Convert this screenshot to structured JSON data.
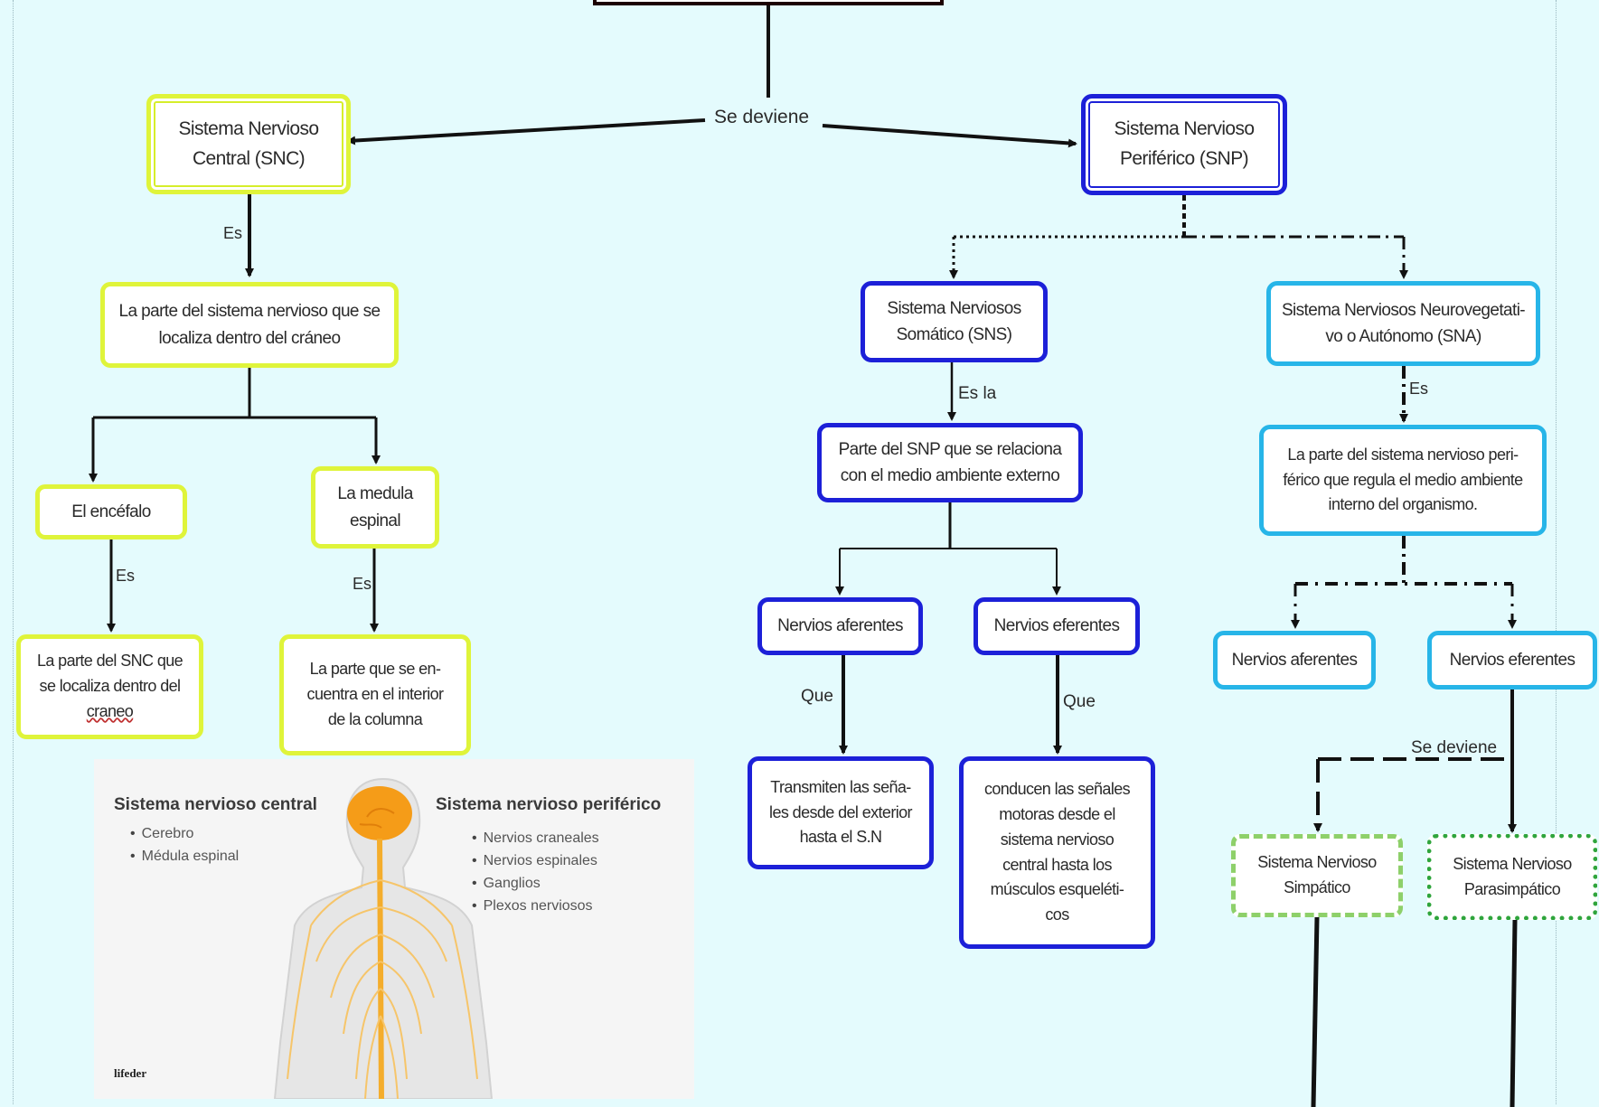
{
  "connectors": {
    "main_split": "Se deviene",
    "snc_es": "Es",
    "encefalo_es": "Es",
    "medula_es": "Es",
    "sns_es_la": "Es la",
    "sna_es": "Es",
    "aferentes_que": "Que",
    "eferentes_que": "Que",
    "eferentes_se_deviene": "Se deviene"
  },
  "nodes": {
    "snc": [
      "Sistema Nervioso",
      "Central (SNC)"
    ],
    "snp": [
      "Sistema Nervioso",
      "Periférico (SNP)"
    ],
    "snc_def": [
      "La parte del sistema nervioso que se",
      "localiza dentro del cráneo"
    ],
    "encefalo": [
      "El encéfalo"
    ],
    "medula": [
      "La medula",
      "espinal"
    ],
    "encefalo_def": [
      "La parte del SNC que",
      "se localiza dentro del",
      "craneo"
    ],
    "medula_def": [
      "La parte que se en-",
      "cuentra en el interior",
      "de la columna"
    ],
    "sns": [
      "Sistema Nerviosos",
      "Somático (SNS)"
    ],
    "sns_def": [
      "Parte del SNP que se relaciona",
      "con el medio ambiente externo"
    ],
    "sns_aferentes": [
      "Nervios aferentes"
    ],
    "sns_eferentes": [
      "Nervios eferentes"
    ],
    "aferentes_def": [
      "Transmiten las seña-",
      "les desde del exterior",
      "hasta el S.N"
    ],
    "eferentes_def": [
      "conducen las señales",
      "motoras desde el",
      "sistema nervioso",
      "central hasta los",
      "músculos esqueléti-",
      "cos"
    ],
    "sna": [
      "Sistema Nerviosos Neurovegetati-",
      "vo o Autónomo (SNA)"
    ],
    "sna_def": [
      "La parte del sistema nervioso peri-",
      "férico que regula el medio ambiente",
      "interno del organismo."
    ],
    "sna_aferentes": [
      "Nervios aferentes"
    ],
    "sna_eferentes": [
      "Nervios eferentes"
    ],
    "simpatico": [
      "Sistema Nervioso",
      "Simpático"
    ],
    "parasimpatico": [
      "Sistema Nervioso",
      "Parasimpático"
    ]
  },
  "illustration": {
    "central_title": "Sistema nervioso central",
    "central_items": [
      "Cerebro",
      "Médula espinal"
    ],
    "peripheral_title": "Sistema nervioso periférico",
    "peripheral_items": [
      "Nervios craneales",
      "Nervios espinales",
      "Ganglios",
      "Plexos nerviosos"
    ],
    "brand": "lifeder"
  },
  "colors": {
    "background": "#e4fbfd",
    "snc_branch": "#dff43a",
    "snp_branch": "#1c20d8",
    "sna_branch": "#27b5e8",
    "simpatico": "#8ed06a",
    "parasimpatico": "#2fa53c"
  }
}
